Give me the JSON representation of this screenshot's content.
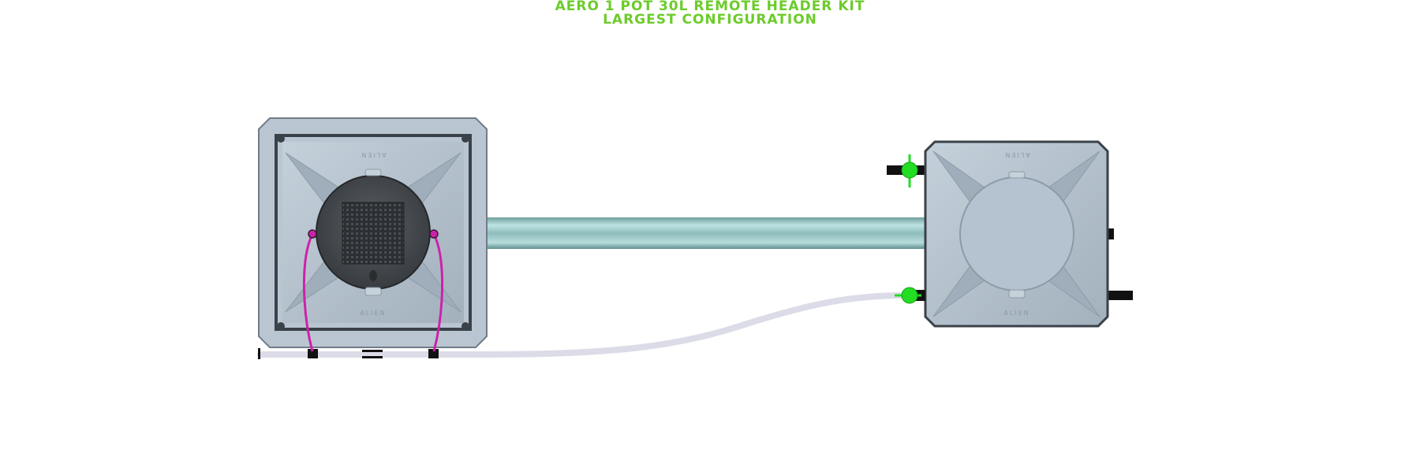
{
  "title": {
    "line1": "AERO 1 POT 30L REMOTE HEADER KIT",
    "line2": "LARGEST CONFIGURATION"
  },
  "pot": {
    "brand_top": "ALIEN",
    "brand_bottom": "ALIEN"
  },
  "header_tank": {
    "brand_top": "ALIEN",
    "brand_bottom": "ALIEN"
  },
  "colors": {
    "title_green": "#6ccc2a",
    "valve_green": "#22dd22",
    "tube_magenta": "#cc22aa",
    "tank_body": "#b3c0cc",
    "pipe": "#a9cfcf",
    "hose": "#dcdce8"
  }
}
